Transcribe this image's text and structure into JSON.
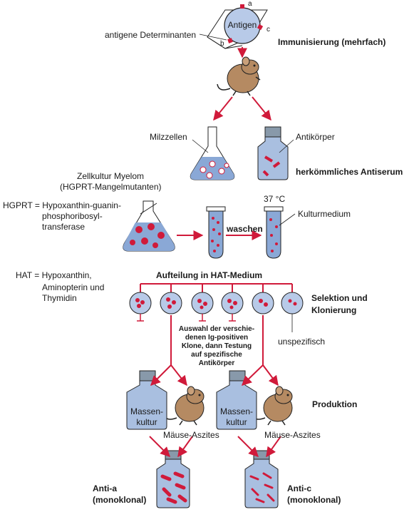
{
  "colors": {
    "red": "#d01a3a",
    "flask_blue": "#8aa8d6",
    "bottle_blue": "#a9bfe0",
    "mouse": "#b58a62",
    "outline": "#222222"
  },
  "immunization": {
    "antigen_label": "Antigen",
    "label_a": "a",
    "label_b": "b",
    "label_c": "c",
    "determinants_label": "antigene Determinanten",
    "step_title": "Immunisierung (mehrfach)"
  },
  "split1": {
    "spleen_label": "Milzzellen",
    "antibody_label": "Antikörper",
    "antiserum_title": "herkömmliches Antiserum"
  },
  "myeloma": {
    "culture_line1": "Zellkultur Myelom",
    "culture_line2": "(HGPRT-Mangelmutanten)",
    "hgprt_def_line1": "HGPRT = Hypoxanthin-guanin-",
    "hgprt_def_line2": "phosphoribosyl-",
    "hgprt_def_line3": "transferase",
    "wash_label": "waschen",
    "temperature": "37 °C",
    "medium_label": "Kulturmedium"
  },
  "hat": {
    "def_line1": "HAT = Hypoxanthin,",
    "def_line2": "Aminopterin und",
    "def_line3": "Thymidin",
    "title": "Aufteilung in HAT-Medium",
    "selection_line1": "Selektion und",
    "selection_line2": "Klonierung",
    "nonspecific_label": "unspezifisch",
    "choice_lines": [
      "Auswahl der verschie-",
      "denen Ig-positiven",
      "Klone, dann Testung",
      "auf spezifische",
      "Antikörper"
    ]
  },
  "production": {
    "title": "Produktion",
    "mass_culture_line1": "Massen-",
    "mass_culture_line2": "kultur",
    "ascites_label": "Mäuse-Aszites"
  },
  "results": {
    "anti_a_line1": "Anti-a",
    "anti_a_line2": "(monoklonal)",
    "anti_c_line1": "Anti-c",
    "anti_c_line2": "(monoklonal)"
  }
}
